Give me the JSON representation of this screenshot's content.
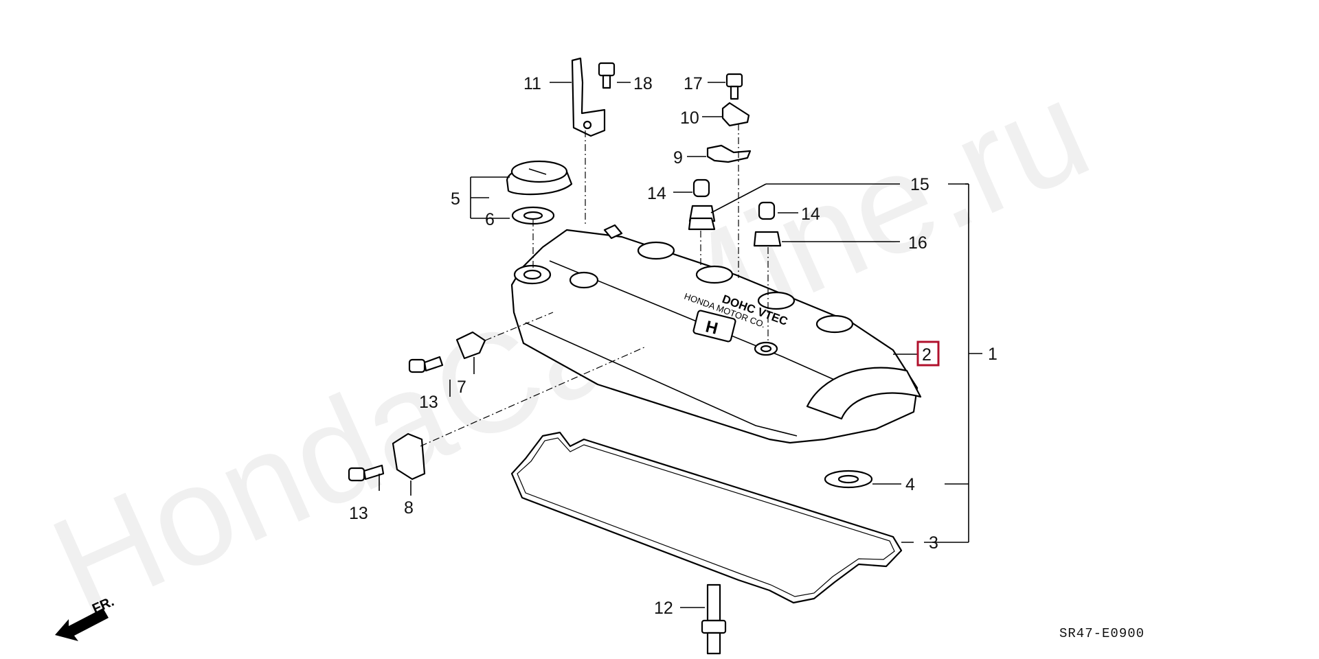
{
  "watermark": "HondaCarMine.ru",
  "diagram_code": "SR47-E0900",
  "front_label": "FR.",
  "cover_text": {
    "logo": "DOHC VTEC",
    "maker": "HONDA MOTOR CO."
  },
  "highlight_color": "#b0112c",
  "callouts": {
    "n1": "1",
    "n2": "2",
    "n3": "3",
    "n4": "4",
    "n5": "5",
    "n6": "6",
    "n7": "7",
    "n8": "8",
    "n9": "9",
    "n10": "10",
    "n11": "11",
    "n12": "12",
    "n13a": "13",
    "n13b": "13",
    "n14a": "14",
    "n14b": "14",
    "n15": "15",
    "n16": "16",
    "n17": "17",
    "n18": "18"
  }
}
